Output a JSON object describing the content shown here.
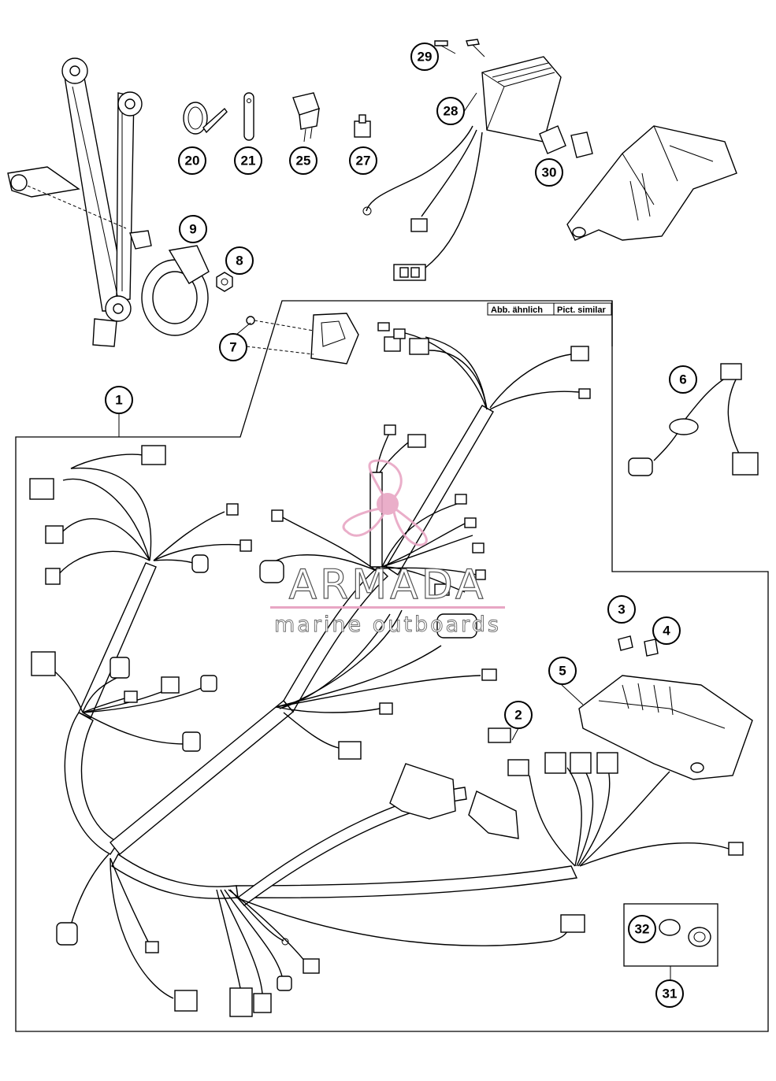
{
  "diagram": {
    "note_de": "Abb. ähnlich",
    "note_en": "Pict. similar",
    "callouts": [
      {
        "id": "c1",
        "label": "1"
      },
      {
        "id": "c2",
        "label": "2"
      },
      {
        "id": "c3",
        "label": "3"
      },
      {
        "id": "c4",
        "label": "4"
      },
      {
        "id": "c5",
        "label": "5"
      },
      {
        "id": "c6",
        "label": "6"
      },
      {
        "id": "c7",
        "label": "7"
      },
      {
        "id": "c8",
        "label": "8"
      },
      {
        "id": "c9",
        "label": "9"
      },
      {
        "id": "c20",
        "label": "20"
      },
      {
        "id": "c21",
        "label": "21"
      },
      {
        "id": "c25",
        "label": "25"
      },
      {
        "id": "c27",
        "label": "27"
      },
      {
        "id": "c28",
        "label": "28"
      },
      {
        "id": "c29",
        "label": "29"
      },
      {
        "id": "c30",
        "label": "30"
      },
      {
        "id": "c31",
        "label": "31"
      },
      {
        "id": "c32",
        "label": "32"
      }
    ]
  },
  "watermark": {
    "brand": "ARMADA",
    "tagline": "marine outboards",
    "color": "#e8a6c4"
  }
}
